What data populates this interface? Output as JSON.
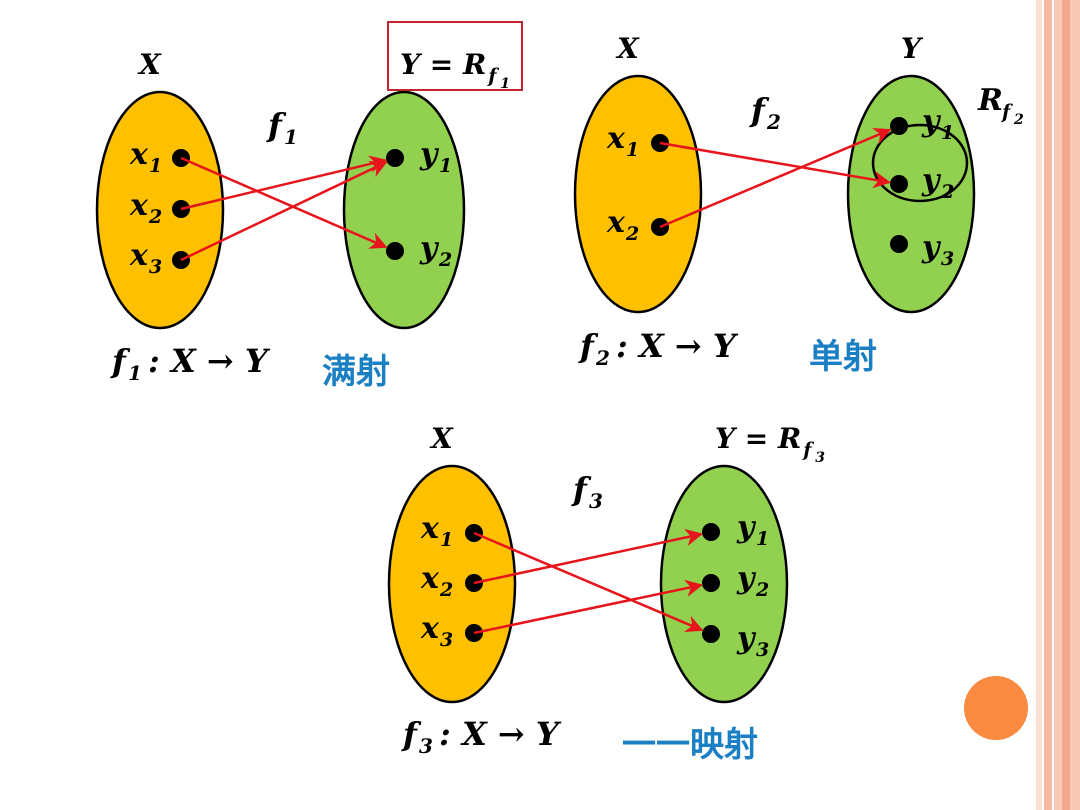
{
  "colors": {
    "domain_fill": "#ffc000",
    "codomain_fill": "#92d050",
    "arrow": "#e8141b",
    "label_blue": "#1b7fc4",
    "frame_red": "#c0282d",
    "stripe_pink": "#f8c9b6",
    "deco_circle": "#f98a40"
  },
  "diagrams": [
    {
      "id": "f1",
      "domain_label": "X",
      "codomain_label_text": "Y = R",
      "codomain_label_sub": "f",
      "codomain_label_subsub": "1",
      "fn_name": "f",
      "fn_sub": "1",
      "sig_fn": "f",
      "sig_sub": "1",
      "sig_rest": ": X → Y",
      "kind": "满射",
      "x_elems": [
        {
          "n": "x",
          "s": "1"
        },
        {
          "n": "x",
          "s": "2"
        },
        {
          "n": "x",
          "s": "3"
        }
      ],
      "y_elems": [
        {
          "n": "y",
          "s": "1"
        },
        {
          "n": "y",
          "s": "2"
        }
      ],
      "mapping": [
        [
          0,
          1
        ],
        [
          1,
          0
        ],
        [
          2,
          0
        ]
      ]
    },
    {
      "id": "f2",
      "domain_label": "X",
      "codomain_label_text": "Y",
      "range_label": "R",
      "range_sub": "f",
      "range_subsub": "2",
      "fn_name": "f",
      "fn_sub": "2",
      "sig_fn": "f",
      "sig_sub": "2",
      "sig_rest": ": X → Y",
      "kind": "单射",
      "x_elems": [
        {
          "n": "x",
          "s": "1"
        },
        {
          "n": "x",
          "s": "2"
        }
      ],
      "y_elems": [
        {
          "n": "y",
          "s": "1"
        },
        {
          "n": "y",
          "s": "2"
        },
        {
          "n": "y",
          "s": "3"
        }
      ],
      "mapping": [
        [
          0,
          1
        ],
        [
          1,
          0
        ]
      ]
    },
    {
      "id": "f3",
      "domain_label": "X",
      "codomain_label_text": "Y = R",
      "codomain_label_sub": "f",
      "codomain_label_subsub": "3",
      "fn_name": "f",
      "fn_sub": "3",
      "sig_fn": "f",
      "sig_sub": "3",
      "sig_rest": ": X → Y",
      "kind": "一一映射",
      "x_elems": [
        {
          "n": "x",
          "s": "1"
        },
        {
          "n": "x",
          "s": "2"
        },
        {
          "n": "x",
          "s": "3"
        }
      ],
      "y_elems": [
        {
          "n": "y",
          "s": "1"
        },
        {
          "n": "y",
          "s": "2"
        },
        {
          "n": "y",
          "s": "3"
        }
      ],
      "mapping": [
        [
          0,
          2
        ],
        [
          1,
          0
        ],
        [
          2,
          1
        ]
      ]
    }
  ]
}
